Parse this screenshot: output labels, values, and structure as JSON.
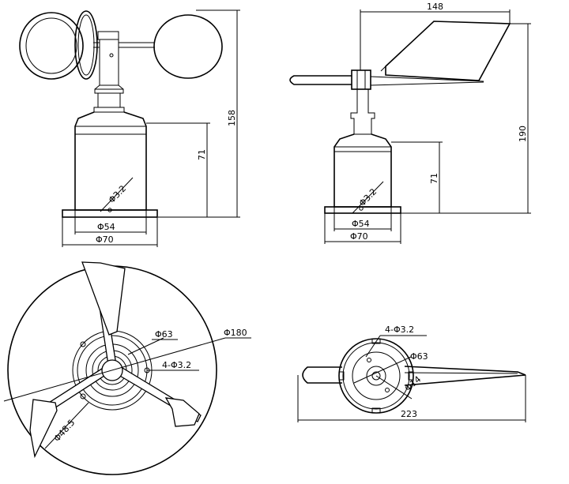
{
  "anemometer_side": {
    "overall_height": "158",
    "body_height": "71",
    "hole": "Φ3.2",
    "inner_dia": "Φ54",
    "flange_dia": "Φ70"
  },
  "vane_side": {
    "tail_length": "148",
    "overall_height": "190",
    "body_height": "71",
    "hole": "Φ3.2",
    "inner_dia": "Φ54",
    "flange_dia": "Φ70"
  },
  "anemometer_top": {
    "body_dia": "Φ63",
    "sweep_dia": "Φ180",
    "holes": "4-Φ3.2",
    "cup_dia": "Φ48.5"
  },
  "vane_top": {
    "holes": "4-Φ3.2",
    "body_dia": "Φ63",
    "hub_dia": "Φ14",
    "overall_length": "223"
  }
}
